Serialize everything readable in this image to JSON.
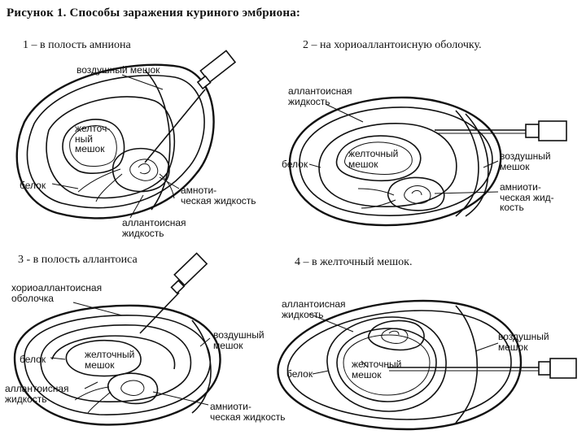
{
  "title": "Рисунок 1. Способы заражения куриного эмбриона:",
  "panels": [
    {
      "caption": "1 – в полость амниона",
      "labels": {
        "air_sac": "воздушный мешок",
        "yolk_sac": "желточ-\nный\nмешок",
        "white": "белок",
        "amniotic": "амноти-\nческая жидкость",
        "allantoic": "аллантоисная\nжидкость"
      }
    },
    {
      "caption": "2 – на хориоаллантоисную оболочку.",
      "labels": {
        "allantoic": "аллантоисная\nжидкость",
        "yolk_sac": "желточный\nмешок",
        "white": "белок",
        "air_sac": "воздушный\nмешок",
        "amniotic": "амниоти-\nческая жид-\nкость"
      }
    },
    {
      "caption": "3 - в полость аллантоиса",
      "labels": {
        "membrane": "хориоаллантоисная\nоболочка",
        "air_sac": "воздушный\nмешок",
        "yolk_sac": "желточный\nмешок",
        "white": "белок",
        "allantoic": "аллантоисная\nжидкость",
        "amniotic": "амниоти-\nческая жидкость"
      }
    },
    {
      "caption": "4 – в желточный мешок.",
      "labels": {
        "allantoic": "аллантоисная\nжидкость",
        "air_sac": "воздушный\nмешок",
        "white": "белок",
        "yolk_sac": "желточный\nмешок"
      }
    }
  ]
}
